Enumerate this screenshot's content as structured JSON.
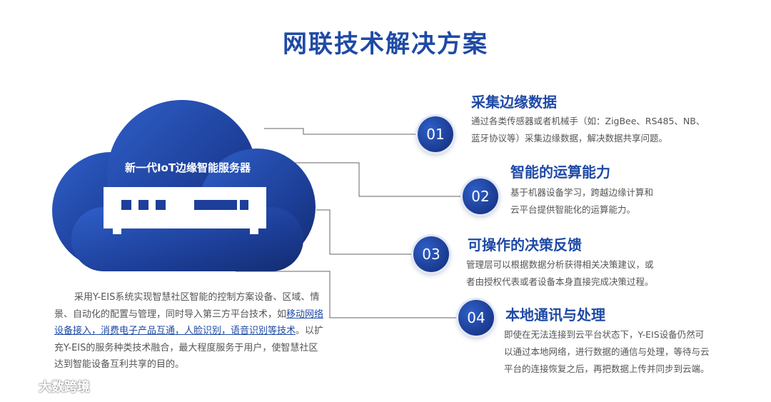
{
  "title": "网联技术解决方案",
  "cloud": {
    "label": "新一代IoT边缘智能服务器",
    "icon": "server-icon"
  },
  "items": [
    {
      "number": "01",
      "heading": "采集边缘数据",
      "lines": [
        "通过各类传感器或者机械手（如：ZigBee、RS485、NB、",
        "蓝牙协议等）采集边缘数据，解决数据共享问题。"
      ]
    },
    {
      "number": "02",
      "heading": "智能的运算能力",
      "lines": [
        "基于机器设备学习，跨越边缘计算和",
        "云平台提供智能化的运算能力。"
      ]
    },
    {
      "number": "03",
      "heading": "可操作的决策反馈",
      "lines": [
        "管理层可以根据数据分析获得相关决策建议，或",
        "者由授权代表或者设备本身直接完成决策过程。"
      ]
    },
    {
      "number": "04",
      "heading": "本地通讯与处理",
      "lines": [
        "即使在无法连接到云平台状态下，Y-EIS设备仍然可",
        "以通过本地网络，进行数据的通信与处理，等待与云",
        "平台的连接恢复之后，再把数据上传并同步到云端。"
      ]
    }
  ],
  "left_text": {
    "p1": "采用Y-EIS系统实现智慧社区智能的控制方案设备、区域、情景、自动化的配置与管理，同时导入第三方平台技术，如",
    "link": "移动网络设备接入，消费电子产品互通，人脸识别，语音识别等技术",
    "p2": "。以扩充Y-EIS的服务种类技术融合，最大程度服务于用户，使智慧社区达到智能设备互利共享的目的。"
  },
  "watermark": "大数跨境",
  "colors": {
    "accent": "#1f4aa6",
    "cloud_dark": "#132c70",
    "cloud_light": "#2f5fc8",
    "connector": "#555555"
  }
}
